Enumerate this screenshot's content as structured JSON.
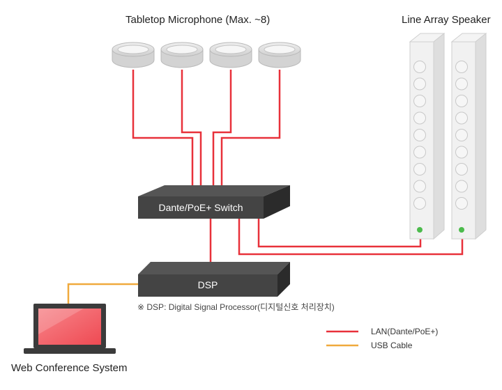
{
  "title_mics": "Tabletop Microphone (Max. ~8)",
  "title_speaker": "Line Array Speaker",
  "switch_label": "Dante/PoE+ Switch",
  "dsp_label": "DSP",
  "dsp_note": "※ DSP: Digital Signal Processor(디지털신호 처리장치)",
  "laptop_label": "Web Conference System",
  "legend": [
    {
      "label": "LAN(Dante/PoE+)",
      "color": "#e8313a"
    },
    {
      "label": "USB Cable",
      "color": "#f0a93c"
    }
  ],
  "colors": {
    "lan": "#e8313a",
    "usb": "#f0a93c",
    "device_dark": "#3c3c3c",
    "speaker_led": "#4cbb4c",
    "laptop_screen": "#f2545b"
  }
}
